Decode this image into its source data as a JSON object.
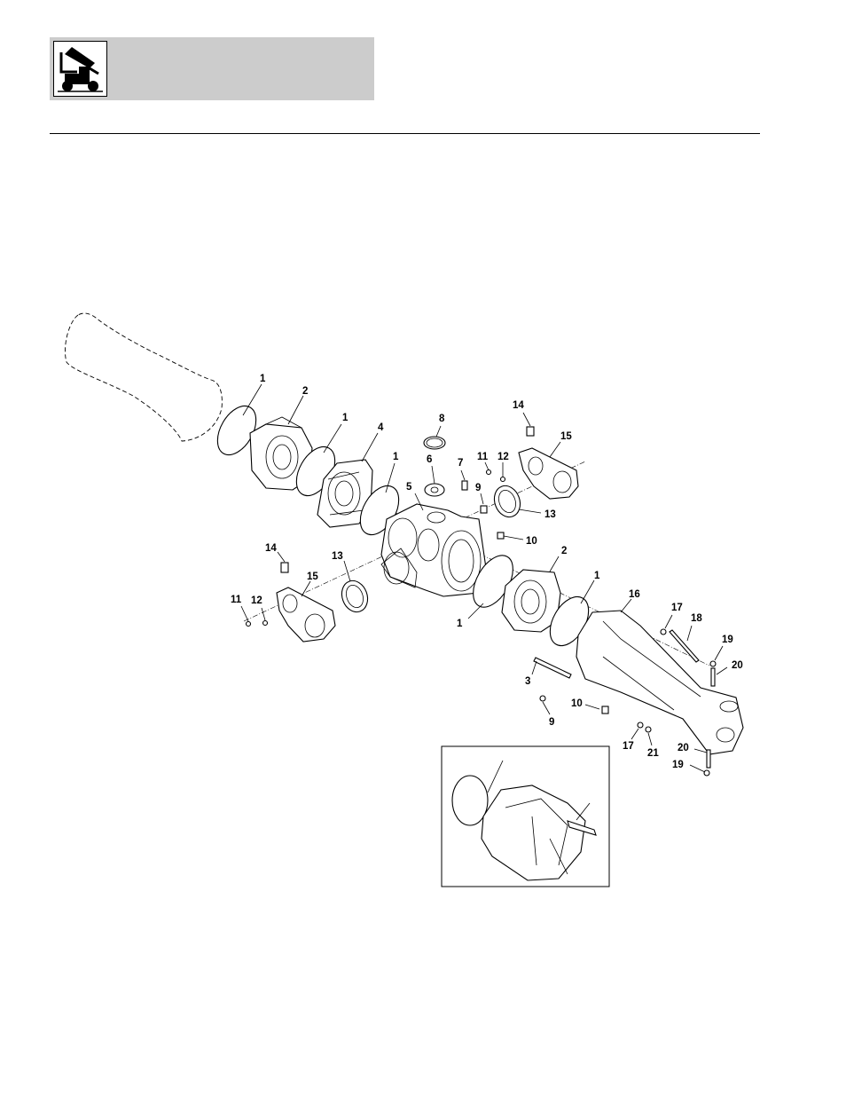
{
  "header": {
    "icon": "telehandler-boom-icon",
    "background_color": "#cccccc"
  },
  "diagram": {
    "subject": "exploded axle assembly",
    "callouts": {
      "c1a": "1",
      "c2a": "2",
      "c1b": "1",
      "c4": "4",
      "c1c": "1",
      "c8": "8",
      "c6": "6",
      "c7": "7",
      "c5": "5",
      "c11a": "11",
      "c12a": "12",
      "c9a": "9",
      "c14a": "14",
      "c15a": "15",
      "c13a": "13",
      "c10a": "10",
      "c14b": "14",
      "c13b": "13",
      "c15b": "15",
      "c11b": "11",
      "c12b": "12",
      "c2b": "2",
      "c1d": "1",
      "c1e": "1",
      "c16": "16",
      "c17a": "17",
      "c18": "18",
      "c19a": "19",
      "c20a": "20",
      "c3": "3",
      "c10b": "10",
      "c9b": "9",
      "c17b": "17",
      "c21": "21",
      "c20b": "20",
      "c19b": "19"
    }
  }
}
